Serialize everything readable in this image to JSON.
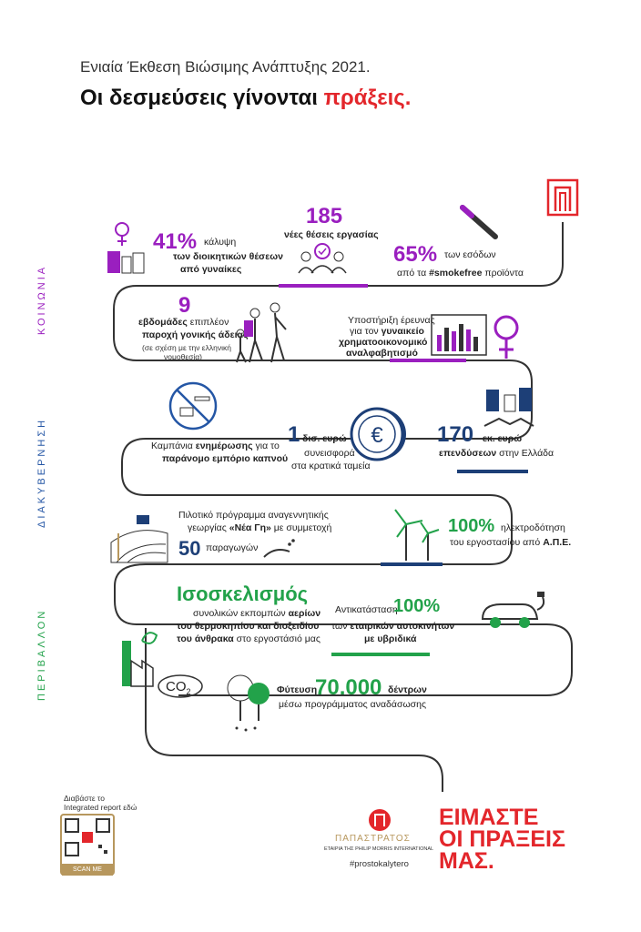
{
  "header": {
    "subtitle": "Ενιαία Έκθεση Βιώσιμης Ανάπτυξης 2021.",
    "title_main": "Οι δεσμεύσεις γίνονται ",
    "title_highlight": "πράξεις."
  },
  "sections": {
    "social": "ΚΟΙΝΩΝΙΑ",
    "governance": "ΔΙΑΚΥΒΕΡΝΗΣΗ",
    "environment": "ΠΕΡΙΒΑΛΛΟΝ"
  },
  "stats": {
    "women": {
      "value": "41%",
      "l1": "κάλυψη",
      "l2": "των διοικητικών θέσεων",
      "l3": "από γυναίκες"
    },
    "jobs": {
      "value": "185",
      "l1": "νέες θέσεις εργασίας"
    },
    "smokefree": {
      "value": "65%",
      "l1": "των εσόδων",
      "l2_a": "από τα ",
      "l2_b": "#smokefree",
      "l2_c": " προϊόντα"
    },
    "parental": {
      "value": "9",
      "l1_a": "εβδομάδες",
      "l1_b": " επιπλέον",
      "l2": "παροχή γονικής άδειας",
      "l3": "(σε σχέση με την ελληνική",
      "l4": "νομοθεσία)"
    },
    "research": {
      "l1": "Υποστήριξη έρευνας",
      "l2_a": "για τον ",
      "l2_b": "γυναικείο",
      "l3": "χρηματοοικονομικό",
      "l4": "αναλφαβητισμό"
    },
    "campaign": {
      "l1_a": "Καμπάνια ",
      "l1_b": "ενημέρωσης",
      "l1_c": " για το",
      "l2_a": "παράνομο εμπόριο καπνού"
    },
    "tax": {
      "value": "1",
      "unit": "δισ. ευρώ",
      "l1": "συνεισφορά",
      "l2": "στα κρατικά ταμεία"
    },
    "invest": {
      "value": "170",
      "unit": "εκ. ευρώ",
      "l1_a": "επενδύσεων",
      "l1_b": " στην Ελλάδα"
    },
    "farming": {
      "l1": "Πιλοτικό πρόγραμμα αναγεννητικής",
      "l2_a": "γεωργίας ",
      "l2_b": "«Νέα Γη»",
      "l2_c": " με συμμετοχή",
      "value": "50",
      "unit": "παραγωγών"
    },
    "power": {
      "value": "100%",
      "unit": "ηλεκτροδότηση",
      "l1_a": "του εργοστασίου από ",
      "l1_b": "Α.Π.Ε."
    },
    "carbon": {
      "value": "Ισοσκελισμός",
      "l1": "συνολικών εκπομπών ",
      "l1_b": "αερίων",
      "l2": "του θερμοκηπίου και διοξειδίου",
      "l3_a": "του άνθρακα",
      "l3_b": " στο εργοστάσιό μας"
    },
    "cars": {
      "l1": "Αντικατάσταση",
      "value": "100%",
      "l2_a": "των ",
      "l2_b": "εταιρικών αυτοκινήτων",
      "l3": "με υβριδικά"
    },
    "trees": {
      "l1": "Φύτευση",
      "value": "70.000",
      "unit": "δέντρων",
      "l2": "μέσω προγράμματος αναδάσωσης"
    }
  },
  "co2_label": "CO",
  "co2_sub": "2",
  "qr": {
    "caption1": "Διαβάστε το",
    "caption2": "Integrated report εδώ",
    "scan": "SCAN ME"
  },
  "brand": {
    "name": "ΠΑΠΑΣΤΡΑΤΟΣ",
    "tagline": "ΕΤΑΙΡΙΑ ΤΗΣ PHILIP MORRIS INTERNATIONAL",
    "hashtag": "#prostokalytero"
  },
  "slogan": {
    "l1": "ΕΙΜΑΣΤΕ",
    "l2": "ΟΙ ΠΡΑΞΕΙΣ",
    "l3": "ΜΑΣ."
  },
  "colors": {
    "purple": "#9a1fbf",
    "navy": "#1d3f77",
    "green": "#22a24a",
    "red": "#e3262b",
    "gold": "#b7975d"
  }
}
